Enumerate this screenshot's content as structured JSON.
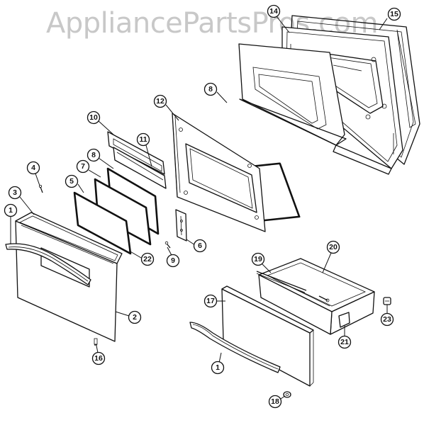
{
  "watermark": "AppliancePartsPros.com",
  "callouts": [
    "14",
    "15",
    "8",
    "12",
    "10",
    "11",
    "8",
    "7",
    "4",
    "5",
    "3",
    "1",
    "22",
    "9",
    "6",
    "19",
    "20",
    "17",
    "2",
    "23",
    "21",
    "16",
    "1",
    "18"
  ]
}
